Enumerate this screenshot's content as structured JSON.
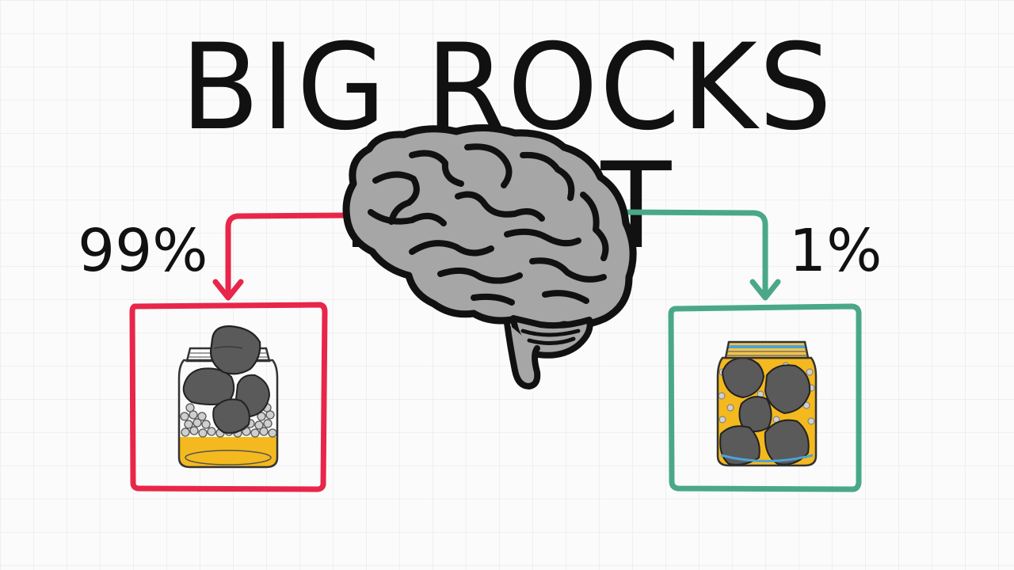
{
  "title": "BIG ROCKS FIRST",
  "left": {
    "percent": "99%",
    "color": "#e8264a"
  },
  "right": {
    "percent": "1%",
    "color": "#4aa889"
  },
  "colors": {
    "rock": "#555555",
    "pebble": "#c9c9c9",
    "sand": "#f4b91e",
    "jar_lid_right": "#4da3d8",
    "brain": "#a6a6a6",
    "ink": "#111111"
  },
  "icons": [
    "brain-icon",
    "jar-icon",
    "rock-icon",
    "arrow-down-icon"
  ]
}
